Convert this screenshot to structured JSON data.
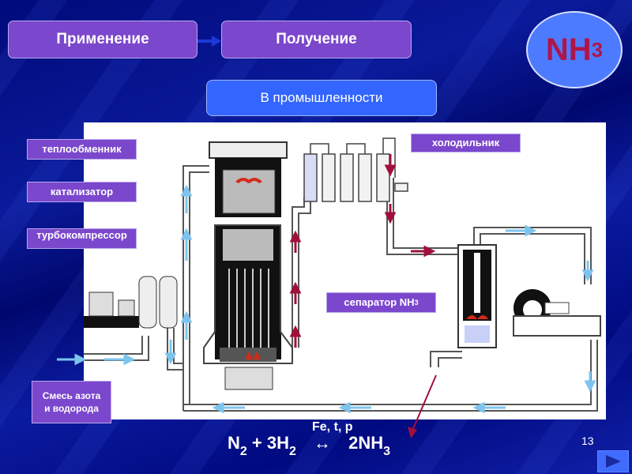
{
  "nav": {
    "application_label": "Применение",
    "production_label": "Получение",
    "industry_label": "В промышленности"
  },
  "formula_badge": {
    "main": "NH",
    "sub": "3"
  },
  "diagram": {
    "labels": {
      "heat_exchanger": "теплообменник",
      "catalyst": "катализатор",
      "turbocompressor": "турбокомпрессор",
      "cooler": "холодильник",
      "separator_main": "сепаратор NH",
      "separator_sub": "3",
      "gas_mixture": "Смесь азота и водорода"
    },
    "colors": {
      "hot_flow": "#a0103a",
      "cold_flow": "#7cc4ee",
      "label_bg": "#7b47cc"
    }
  },
  "equation": {
    "conditions": "Fe, t, p",
    "n": "N",
    "n_sub": "2",
    "plus": " + 3H",
    "h_sub": "2",
    "arrow": "↔",
    "product": "2NH",
    "product_sub": "3"
  },
  "footer": {
    "page_number": "13",
    "next_icon": "play-triangle"
  }
}
